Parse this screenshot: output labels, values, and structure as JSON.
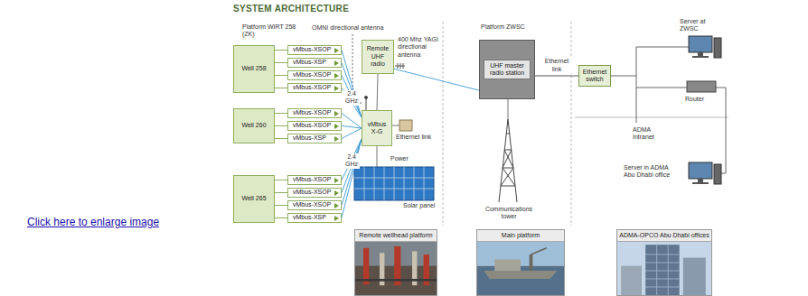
{
  "diagram": {
    "title": "SYSTEM ARCHITECTURE",
    "nodes": [
      {
        "text": [
          "Well 258"
        ]
      },
      {
        "text": [
          "Well 260"
        ]
      },
      {
        "text": [
          "Well 265"
        ]
      },
      {
        "text": [
          "vMbus-XSOP"
        ]
      },
      {
        "text": [
          "vMbus-XSP"
        ]
      },
      {
        "text": [
          "vMbus-XSOP"
        ]
      },
      {
        "text": [
          "vMbus-XSOP"
        ]
      },
      {
        "text": [
          "vMbus-XSOP"
        ]
      },
      {
        "text": [
          "vMbus-XSOP"
        ]
      },
      {
        "text": [
          "vMbus-XSP"
        ]
      },
      {
        "text": [
          "vMbus-XSOP"
        ]
      },
      {
        "text": [
          "vMbus-XSOP"
        ]
      },
      {
        "text": [
          "vMbus-XSOP"
        ]
      },
      {
        "text": [
          "vMbus-XSP"
        ]
      },
      {
        "text": [
          "vMbus X-G"
        ]
      },
      {
        "text": [
          "Remote UHF radio"
        ]
      },
      {
        "text": [
          "UHF master radio station"
        ]
      },
      {
        "text": [
          "Ethernet switch"
        ]
      },
      {
        "text": [
          "Remote wellhead platform"
        ]
      },
      {
        "text": [
          "Main platform"
        ]
      },
      {
        "text": [
          "ADMA-OPCO Abu Dhabi offices"
        ]
      }
    ],
    "edges": [
      {
        "from": 0,
        "to": 3,
        "arrow": "none"
      },
      {
        "from": 0,
        "to": 4,
        "arrow": "none"
      },
      {
        "from": 0,
        "to": 5,
        "arrow": "none"
      },
      {
        "from": 0,
        "to": 6,
        "arrow": "none"
      },
      {
        "from": 1,
        "to": 7,
        "arrow": "none"
      },
      {
        "from": 1,
        "to": 8,
        "arrow": "none"
      },
      {
        "from": 1,
        "to": 9,
        "arrow": "none"
      },
      {
        "from": 2,
        "to": 10,
        "arrow": "none"
      },
      {
        "from": 2,
        "to": 11,
        "arrow": "none"
      },
      {
        "from": 2,
        "to": 12,
        "arrow": "none"
      },
      {
        "from": 2,
        "to": 13,
        "arrow": "none"
      },
      {
        "from": 3,
        "to": 14,
        "arrow": "none"
      },
      {
        "from": 4,
        "to": 14,
        "arrow": "none"
      },
      {
        "from": 5,
        "to": 14,
        "arrow": "none"
      },
      {
        "from": 6,
        "to": 14,
        "arrow": "none"
      },
      {
        "from": 7,
        "to": 14,
        "arrow": "none"
      },
      {
        "from": 8,
        "to": 14,
        "arrow": "none"
      },
      {
        "from": 9,
        "to": 14,
        "arrow": "none"
      },
      {
        "from": 10,
        "to": 14,
        "arrow": "none"
      },
      {
        "from": 11,
        "to": 14,
        "arrow": "none"
      },
      {
        "from": 12,
        "to": 14,
        "arrow": "none"
      },
      {
        "from": 13,
        "to": 14,
        "arrow": "none"
      },
      {
        "from": 14,
        "to": 15,
        "arrow": "none"
      },
      {
        "from": 15,
        "to": 16,
        "arrow": "none"
      },
      {
        "from": 16,
        "to": 17,
        "label": "Ethernet link",
        "arrow": "none"
      }
    ],
    "labels": [
      "Click here to enlarge image",
      "Platform WIRT 258 (ZK)",
      "OMNI directional antenna",
      "2.4 GHz",
      "2.4 GHz",
      "400 Mhz YAGI directional antenna",
      "Ethernet link",
      "Power",
      "Solar panel",
      "Platform ZWSC",
      "Communications tower",
      "Server at ZWSC",
      "Router",
      "ADMA Intranet",
      "Server in ADMA Abu Dhabi office"
    ]
  }
}
